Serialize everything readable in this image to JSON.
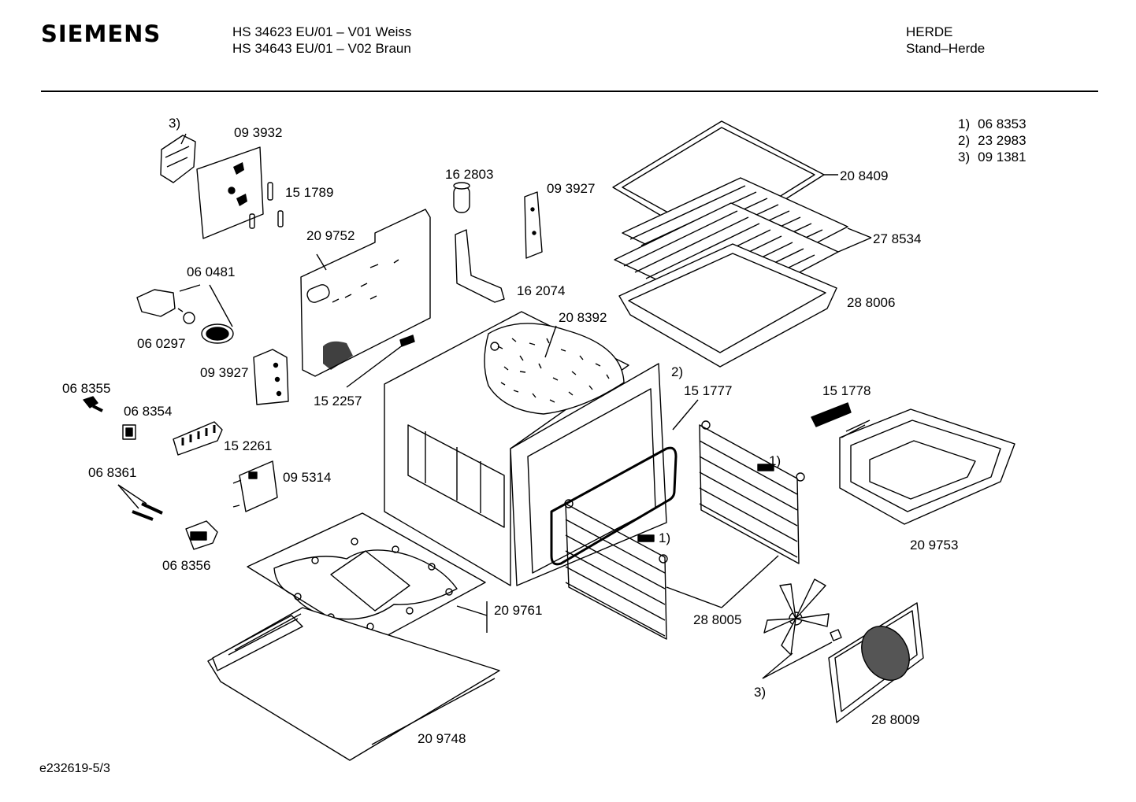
{
  "header": {
    "brand": "SIEMENS",
    "model_lines": [
      "HS 34623 EU/01 – V01 Weiss",
      "HS 34643 EU/01 – V02 Braun"
    ],
    "category_lines": [
      "HERDE",
      "Stand–Herde"
    ]
  },
  "footnotes": [
    {
      "key": "1)",
      "value": "06 8353"
    },
    {
      "key": "2)",
      "value": "23 2983"
    },
    {
      "key": "3)",
      "value": "09 1381"
    }
  ],
  "part_labels": {
    "p093932": "09 3932",
    "fn3_top": "3)",
    "p151789": "15 1789",
    "p162803": "16 2803",
    "p093927a": "09 3927",
    "p208409": "20 8409",
    "p278534": "27 8534",
    "p209752": "20 9752",
    "p060481": "06 0481",
    "p162074": "16 2074",
    "p288006": "28 8006",
    "p060297": "06 0297",
    "p208392": "20 8392",
    "p093927b": "09 3927",
    "p068355": "06 8355",
    "p152257": "15 2257",
    "fn2": "2)",
    "p151777": "15 1777",
    "p151778": "15 1778",
    "p068354": "06 8354",
    "p152261": "15 2261",
    "p068361": "06 8361",
    "p095314": "09 5314",
    "fn1a": "1)",
    "p209753": "20 9753",
    "p068356": "06 8356",
    "fn1b": "1)",
    "p209761": "20 9761",
    "p288005": "28 8005",
    "fn3_bottom": "3)",
    "p288009": "28 8009",
    "p209748": "20 9748"
  },
  "footer": {
    "drawing_id": "e232619-5/3"
  }
}
